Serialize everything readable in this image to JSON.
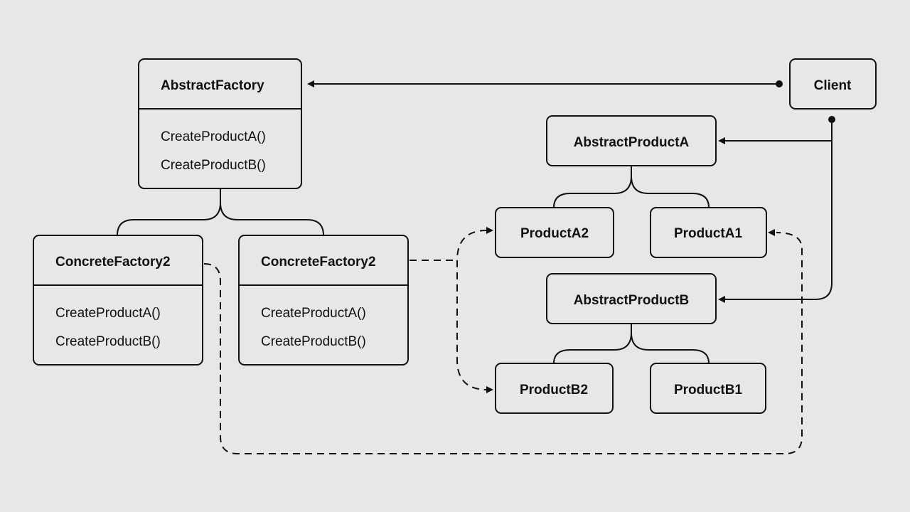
{
  "abstract_factory": {
    "name": "AbstractFactory",
    "methods": [
      "CreateProductA()",
      "CreateProductB()"
    ]
  },
  "concrete_factory_left": {
    "name": "ConcreteFactory2",
    "methods": [
      "CreateProductA()",
      "CreateProductB()"
    ]
  },
  "concrete_factory_right": {
    "name": "ConcreteFactory2",
    "methods": [
      "CreateProductA()",
      "CreateProductB()"
    ]
  },
  "client": {
    "name": "Client"
  },
  "abstract_product_a": {
    "name": "AbstractProductA"
  },
  "abstract_product_b": {
    "name": "AbstractProductB"
  },
  "product_a2": {
    "name": "ProductA2"
  },
  "product_a1": {
    "name": "ProductA1"
  },
  "product_b2": {
    "name": "ProductB2"
  },
  "product_b1": {
    "name": "ProductB1"
  },
  "colors": {
    "background": "#e8e7e5",
    "stroke": "#111111"
  }
}
